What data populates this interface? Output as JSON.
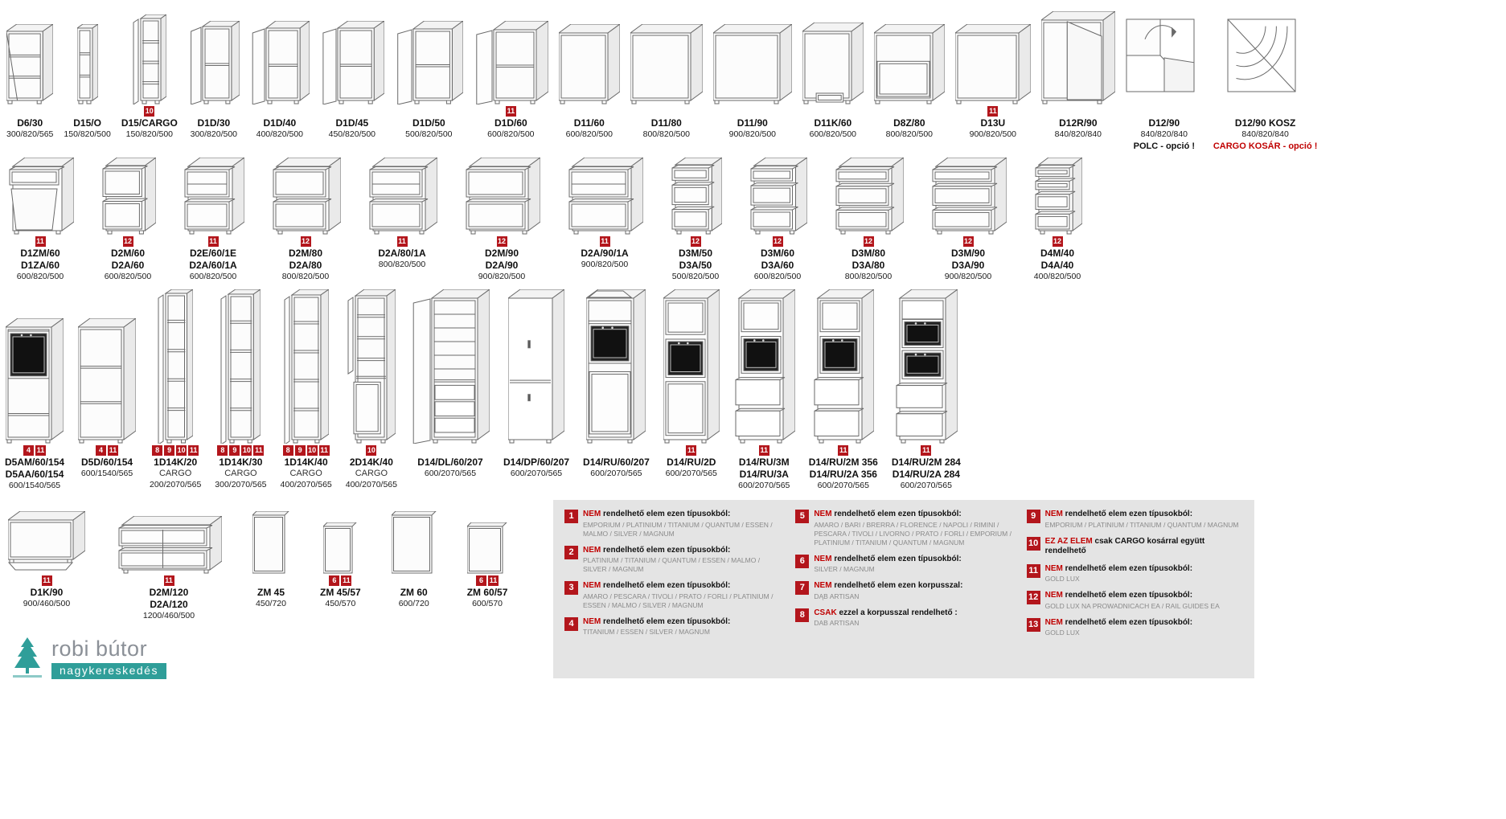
{
  "colors": {
    "badge": "#b3161c",
    "note_red": "#c00000",
    "teal": "#2f9e99",
    "legend_bg": "#e4e4e4"
  },
  "rows": [
    {
      "name": "base-cabinets",
      "items": [
        {
          "codes": [
            "D6/30"
          ],
          "dims": "300/820/565",
          "badges": [],
          "type": "corner-open-shelf",
          "w": 58,
          "h": 100
        },
        {
          "codes": [
            "D15/O"
          ],
          "dims": "150/820/500",
          "badges": [],
          "type": "open-shelf-narrow",
          "w": 26,
          "h": 100
        },
        {
          "codes": [
            "D15/CARGO"
          ],
          "dims": "150/820/500",
          "badges": [
            10
          ],
          "type": "cargo-narrow",
          "w": 32,
          "h": 112
        },
        {
          "codes": [
            "D1D/30"
          ],
          "dims": "300/820/500",
          "badges": [],
          "type": "single-door",
          "w": 46,
          "h": 104
        },
        {
          "codes": [
            "D1D/40"
          ],
          "dims": "400/820/500",
          "badges": [],
          "type": "single-door",
          "w": 54,
          "h": 104
        },
        {
          "codes": [
            "D1D/45"
          ],
          "dims": "450/820/500",
          "badges": [],
          "type": "single-door",
          "w": 58,
          "h": 104
        },
        {
          "codes": [
            "D1D/50"
          ],
          "dims": "500/820/500",
          "badges": [],
          "type": "single-door",
          "w": 62,
          "h": 104
        },
        {
          "codes": [
            "D1D/60"
          ],
          "dims": "600/820/500",
          "badges": [
            11
          ],
          "type": "single-door",
          "w": 68,
          "h": 104
        },
        {
          "codes": [
            "D11/60"
          ],
          "dims": "600/820/500",
          "badges": [],
          "type": "sink-base",
          "w": 76,
          "h": 100
        },
        {
          "codes": [
            "D11/80"
          ],
          "dims": "800/820/500",
          "badges": [],
          "type": "sink-base",
          "w": 90,
          "h": 100
        },
        {
          "codes": [
            "D11/90"
          ],
          "dims": "900/820/500",
          "badges": [],
          "type": "sink-base",
          "w": 98,
          "h": 100
        },
        {
          "codes": [
            "D11K/60"
          ],
          "dims": "600/820/500",
          "badges": [],
          "type": "sink-base-drawer",
          "w": 76,
          "h": 102
        },
        {
          "codes": [
            "D8Z/80"
          ],
          "dims": "800/820/500",
          "badges": [],
          "type": "sink-base-front",
          "w": 88,
          "h": 100
        },
        {
          "codes": [
            "D13U"
          ],
          "dims": "900/820/500",
          "badges": [
            11
          ],
          "type": "sink-base",
          "w": 94,
          "h": 100
        },
        {
          "codes": [
            "D12R/90"
          ],
          "dims": "840/820/840",
          "badges": [],
          "type": "corner-door",
          "w": 92,
          "h": 116
        },
        {
          "codes": [
            "D12/90"
          ],
          "dims": "840/820/840",
          "badges": [],
          "note": "POLC - opció !",
          "note_color": "#111111",
          "type": "corner-carousel",
          "w": 96,
          "h": 116
        },
        {
          "codes": [
            "D12/90 KOSZ"
          ],
          "dims": "840/820/840",
          "badges": [],
          "note": "CARGO KOSÁR - opció !",
          "note_color": "#c00000",
          "type": "corner-basket",
          "w": 96,
          "h": 116
        }
      ]
    },
    {
      "name": "drawer-cabinets",
      "items": [
        {
          "codes": [
            "D1ZM/60",
            "D1ZA/60"
          ],
          "dims": "600/820/500",
          "badges": [
            11
          ],
          "type": "drawer-door-combo",
          "w": 76,
          "h": 96
        },
        {
          "codes": [
            "D2M/60",
            "D2A/60"
          ],
          "dims": "600/820/500",
          "badges": [
            12
          ],
          "type": "drawers-2",
          "w": 62,
          "h": 96
        },
        {
          "codes": [
            "D2E/60/1E",
            "D2A/60/1A"
          ],
          "dims": "600/820/500",
          "badges": [
            11
          ],
          "type": "drawers-2-internal",
          "w": 70,
          "h": 96
        },
        {
          "codes": [
            "D2M/80",
            "D2A/80"
          ],
          "dims": "800/820/500",
          "badges": [
            12
          ],
          "type": "drawers-2",
          "w": 80,
          "h": 96
        },
        {
          "codes": [
            "D2A/80/1A"
          ],
          "dims": "800/820/500",
          "badges": [
            11
          ],
          "type": "drawers-2-internal",
          "w": 80,
          "h": 96
        },
        {
          "codes": [
            "D2M/90",
            "D2A/90"
          ],
          "dims": "900/820/500",
          "badges": [
            12
          ],
          "type": "drawers-2",
          "w": 88,
          "h": 96
        },
        {
          "codes": [
            "D2A/90/1A"
          ],
          "dims": "900/820/500",
          "badges": [
            11
          ],
          "type": "drawers-2-internal",
          "w": 88,
          "h": 96
        },
        {
          "codes": [
            "D3M/50",
            "D3A/50"
          ],
          "dims": "500/820/500",
          "badges": [
            12
          ],
          "type": "drawers-3",
          "w": 58,
          "h": 96
        },
        {
          "codes": [
            "D3M/60",
            "D3A/60"
          ],
          "dims": "600/820/500",
          "badges": [
            12
          ],
          "type": "drawers-3",
          "w": 66,
          "h": 96
        },
        {
          "codes": [
            "D3M/80",
            "D3A/80"
          ],
          "dims": "800/820/500",
          "badges": [
            12
          ],
          "type": "drawers-3",
          "w": 80,
          "h": 96
        },
        {
          "codes": [
            "D3M/90",
            "D3A/90"
          ],
          "dims": "900/820/500",
          "badges": [
            12
          ],
          "type": "drawers-3",
          "w": 88,
          "h": 96
        },
        {
          "codes": [
            "D4M/40",
            "D4A/40"
          ],
          "dims": "400/820/500",
          "badges": [
            12
          ],
          "type": "drawers-4",
          "w": 54,
          "h": 96
        }
      ]
    },
    {
      "name": "tall-cabinets",
      "items": [
        {
          "codes": [
            "D5AM/60/154",
            "D5AA/60/154"
          ],
          "dims": "600/1540/565",
          "badges": [
            4,
            11
          ],
          "type": "mid-oven",
          "w": 72,
          "h": 156
        },
        {
          "codes": [
            "D5D/60/154"
          ],
          "dims": "600/1540/565",
          "badges": [
            4,
            11
          ],
          "type": "mid-pantry",
          "w": 72,
          "h": 156
        },
        {
          "codes": [
            "1D14K/20"
          ],
          "sub": "CARGO",
          "dims": "200/2070/565",
          "badges": [
            8,
            9,
            10,
            11
          ],
          "type": "tall-cargo",
          "w": 34,
          "h": 192
        },
        {
          "codes": [
            "1D14K/30"
          ],
          "sub": "CARGO",
          "dims": "300/2070/565",
          "badges": [
            8,
            9,
            10,
            11
          ],
          "type": "tall-cargo",
          "w": 40,
          "h": 192
        },
        {
          "codes": [
            "1D14K/40"
          ],
          "sub": "CARGO",
          "dims": "400/2070/565",
          "badges": [
            8,
            9,
            10,
            11
          ],
          "type": "tall-cargo",
          "w": 46,
          "h": 192
        },
        {
          "codes": [
            "2D14K/40"
          ],
          "sub": "CARGO",
          "dims": "400/2070/565",
          "badges": [
            10
          ],
          "type": "tall-cargo-2",
          "w": 50,
          "h": 192
        },
        {
          "codes": [
            "D14/DL/60/207"
          ],
          "dims": "600/2070/565",
          "badges": [],
          "type": "tall-fridge",
          "w": 72,
          "h": 192
        },
        {
          "codes": [
            "D14/DP/60/207"
          ],
          "dims": "600/2070/565",
          "badges": [],
          "type": "tall-pantry",
          "w": 70,
          "h": 192
        },
        {
          "codes": [
            "D14/RU/60/207"
          ],
          "dims": "600/2070/565",
          "badges": [],
          "type": "tall-oven-flap",
          "w": 74,
          "h": 192
        },
        {
          "codes": [
            "D14/RU/2D"
          ],
          "dims": "600/2070/565",
          "badges": [
            11
          ],
          "type": "tall-oven",
          "w": 70,
          "h": 192
        },
        {
          "codes": [
            "D14/RU/3M",
            "D14/RU/3A"
          ],
          "dims": "600/2070/565",
          "badges": [
            11
          ],
          "type": "tall-oven-drawers",
          "w": 70,
          "h": 192
        },
        {
          "codes": [
            "D14/RU/2M 356",
            "D14/RU/2A 356"
          ],
          "dims": "600/2070/565",
          "badges": [
            11
          ],
          "type": "tall-oven-drawers",
          "w": 70,
          "h": 192
        },
        {
          "codes": [
            "D14/RU/2M 284",
            "D14/RU/2A 284"
          ],
          "dims": "600/2070/565",
          "badges": [
            11
          ],
          "type": "tall-oven-double",
          "w": 72,
          "h": 192
        }
      ]
    },
    {
      "name": "special-cabinets",
      "items": [
        {
          "codes": [
            "D1K/90"
          ],
          "dims": "900/460/500",
          "badges": [
            11
          ],
          "type": "flap-door-wide",
          "w": 96,
          "h": 78
        },
        {
          "codes": [
            "D2M/120",
            "D2A/120"
          ],
          "dims": "1200/460/500",
          "badges": [
            11
          ],
          "type": "drawers-2-wide",
          "w": 124,
          "h": 72
        },
        {
          "codes": [
            "ZM 45"
          ],
          "dims": "450/720",
          "badges": [],
          "type": "end-panel",
          "w": 46,
          "h": 78
        },
        {
          "codes": [
            "ZM 45/57"
          ],
          "dims": "450/570",
          "badges": [
            6,
            11
          ],
          "type": "end-panel",
          "w": 42,
          "h": 64
        },
        {
          "codes": [
            "ZM 60"
          ],
          "dims": "600/720",
          "badges": [],
          "type": "end-panel",
          "w": 56,
          "h": 78
        },
        {
          "codes": [
            "ZM 60/57"
          ],
          "dims": "600/570",
          "badges": [
            6,
            11
          ],
          "type": "end-panel",
          "w": 50,
          "h": 64
        }
      ]
    }
  ],
  "legend": {
    "entries": [
      {
        "num": "1",
        "col": 1,
        "lead": "NEM",
        "head": "rendelhető elem ezen típusokból:",
        "body": "EMPORIUM / PLATINIUM / TITANIUM / QUANTUM / ESSEN / MALMO / SILVER / MAGNUM"
      },
      {
        "num": "2",
        "col": 1,
        "lead": "NEM",
        "head": "rendelhető elem ezen típusokból:",
        "body": "PLATINIUM / TITANIUM / QUANTUM / ESSEN / MALMO / SILVER / MAGNUM"
      },
      {
        "num": "3",
        "col": 1,
        "lead": "NEM",
        "head": "rendelhető elem ezen típusokból:",
        "body": "AMARO / PESCARA / TIVOLI / PRATO / FORLI / PLATINIUM / ESSEN / MALMO / SILVER / MAGNUM"
      },
      {
        "num": "4",
        "col": 1,
        "lead": "NEM",
        "head": "rendelhető elem ezen típusokból:",
        "body": "TITANIUM / ESSEN / SILVER / MAGNUM"
      },
      {
        "num": "5",
        "col": 2,
        "lead": "NEM",
        "head": "rendelhető elem ezen típusokból:",
        "body": "AMARO / BARI / BRERRA / FLORENCE / NAPOLI / RIMINI / PESCARA / TIVOLI / LIVORNO / PRATO / FORLI / EMPORIUM / PLATINIUM / TITANIUM / QUANTUM / MAGNUM"
      },
      {
        "num": "6",
        "col": 2,
        "lead": "NEM",
        "head": "rendelhető elem ezen típusokból:",
        "body": "SILVER / MAGNUM"
      },
      {
        "num": "7",
        "col": 2,
        "lead": "NEM",
        "head": "rendelhető elem ezen korpusszal:",
        "body": "DĄB ARTISAN"
      },
      {
        "num": "8",
        "col": 2,
        "lead": "CSAK",
        "head": "ezzel a korpusszal rendelhető :",
        "body": "DAB ARTISAN"
      },
      {
        "num": "9",
        "col": 3,
        "lead": "NEM",
        "head": "rendelhető elem ezen típusokból:",
        "body": "EMPORIUM / PLATINIUM / TITANIUM / QUANTUM / MAGNUM"
      },
      {
        "num": "10",
        "col": 3,
        "lead": "EZ AZ ELEM",
        "head": "csak CARGO kosárral együtt rendelhető",
        "body": ""
      },
      {
        "num": "11",
        "col": 3,
        "lead": "NEM",
        "head": "rendelhető elem ezen típusokból:",
        "body": "GOLD LUX"
      },
      {
        "num": "12",
        "col": 3,
        "lead": "NEM",
        "head": "rendelhető elem ezen típusokból:",
        "body": "GOLD LUX na prowadnicach EA / rail guides EA"
      },
      {
        "num": "13",
        "col": 3,
        "lead": "NEM",
        "head": "rendelhető elem ezen típusokból:",
        "body": "GOLD LUX"
      }
    ]
  },
  "logo": {
    "title": "robi bútor",
    "subtitle": "nagykereskedés"
  }
}
